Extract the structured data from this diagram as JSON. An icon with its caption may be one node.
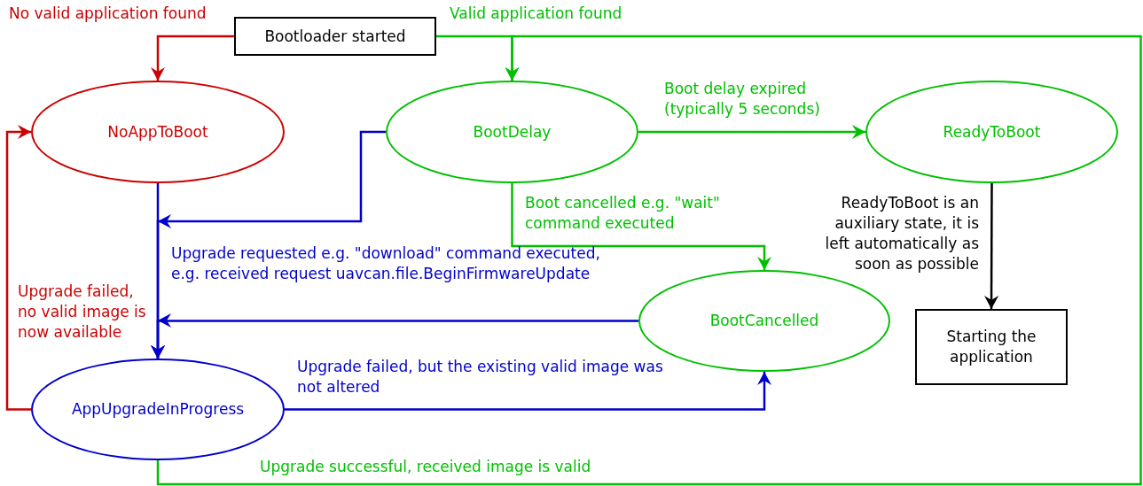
{
  "diagram": {
    "nodes": [
      {
        "text": [
          "Bootloader started"
        ]
      },
      {
        "text": [
          "NoAppToBoot"
        ]
      },
      {
        "text": [
          "BootDelay"
        ]
      },
      {
        "text": [
          "ReadyToBoot"
        ]
      },
      {
        "text": [
          "BootCancelled"
        ]
      },
      {
        "text": [
          "AppUpgradeInProgress"
        ]
      },
      {
        "text": [
          "Starting the application"
        ]
      }
    ],
    "edges": [
      {
        "from": 0,
        "to": 1,
        "arrow": "to",
        "label": "No valid application found",
        "color": "#cc0000"
      },
      {
        "from": 0,
        "to": 2,
        "arrow": "to",
        "label": "Valid application found",
        "color": "#00c000"
      },
      {
        "from": 2,
        "to": 3,
        "arrow": "to",
        "label": "Boot delay expired (typically 5 seconds)",
        "color": "#00c000"
      },
      {
        "from": 3,
        "to": 6,
        "arrow": "to",
        "label": "ReadyToBoot is an auxiliary state, it is left automatically as soon as possible",
        "color": "#000000"
      },
      {
        "from": 2,
        "to": 4,
        "arrow": "to",
        "label": "Boot cancelled e.g. \"wait\" command executed",
        "color": "#00c000"
      },
      {
        "from": 1,
        "to": 5,
        "arrow": "to",
        "label": "Upgrade requested e.g. \"download\" command executed, e.g. received request uavcan.file.BeginFirmwareUpdate",
        "color": "#0000cc"
      },
      {
        "from": 2,
        "to": 5,
        "arrow": "to",
        "color": "#0000cc"
      },
      {
        "from": 4,
        "to": 5,
        "arrow": "to",
        "color": "#0000cc"
      },
      {
        "from": 5,
        "to": 4,
        "arrow": "to",
        "label": "Upgrade failed, but the existing valid image was not altered",
        "color": "#0000cc"
      },
      {
        "from": 5,
        "to": 1,
        "arrow": "to",
        "label": "Upgrade failed, no valid image is now available",
        "color": "#cc0000"
      },
      {
        "from": 5,
        "to": 2,
        "arrow": "to",
        "label": "Upgrade successful, received image is valid",
        "color": "#00c000"
      }
    ]
  }
}
